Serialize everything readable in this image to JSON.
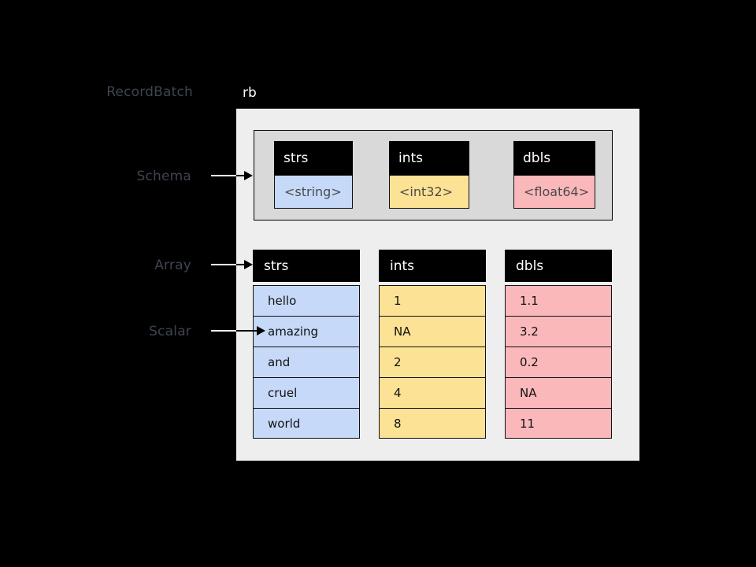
{
  "diagram": {
    "variable_label": "rb",
    "annotations": [
      {
        "label": "RecordBatch"
      },
      {
        "label": "Schema"
      },
      {
        "label": "Array"
      },
      {
        "label": "Scalar"
      }
    ],
    "colors": {
      "background": "#000000",
      "recordbatch_panel": "#eeeeee",
      "schema_panel": "#d9d9d9",
      "header": "#000000",
      "header_text": "#ffffff",
      "string_fill": "#c6d9f8",
      "int_fill": "#fce294",
      "float_fill": "#fbb8bb",
      "annotation_text": "#3e4450",
      "border": "#111111"
    },
    "schema": {
      "fields": [
        {
          "name": "strs",
          "type": "<string>",
          "fill": "#c6d9f8"
        },
        {
          "name": "ints",
          "type": "<int32>",
          "fill": "#fce294"
        },
        {
          "name": "dbls",
          "type": "<float64>",
          "fill": "#fbb8bb"
        }
      ]
    },
    "arrays": [
      {
        "name": "strs",
        "fill": "#c6d9f8",
        "values": [
          "hello",
          "amazing",
          "and",
          "cruel",
          "world"
        ]
      },
      {
        "name": "ints",
        "fill": "#fce294",
        "values": [
          "1",
          "NA",
          "2",
          "4",
          "8"
        ]
      },
      {
        "name": "dbls",
        "fill": "#fbb8bb",
        "values": [
          "1.1",
          "3.2",
          "0.2",
          "NA",
          "11"
        ]
      }
    ]
  }
}
